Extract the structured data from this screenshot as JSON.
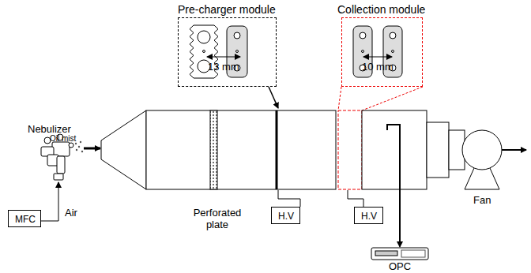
{
  "diagram": {
    "nodes": [
      {
        "text": [
          "Pre-charger module"
        ]
      },
      {
        "text": [
          "Collection module"
        ]
      },
      {
        "text": [
          "MFC"
        ]
      },
      {
        "text": [
          "H.V"
        ]
      },
      {
        "text": [
          "H.V"
        ]
      }
    ],
    "labels": [
      "13 mm",
      "10 mm",
      "Nebulizer",
      "Oil mist",
      "Air",
      "Perforated plate",
      "OPC",
      "Fan"
    ]
  }
}
